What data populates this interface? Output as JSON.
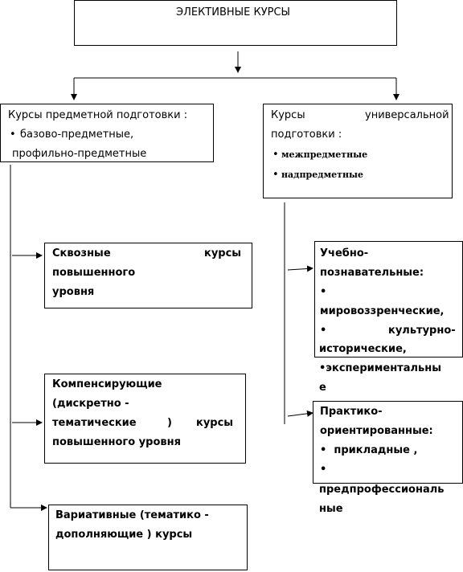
{
  "root": {
    "title": "ЭЛЕКТИВНЫЕ КУРСЫ"
  },
  "left": {
    "header": "Курсы предметной подготовки :",
    "bullet": "•",
    "item1": "базово-предметные,",
    "item2": "профильно-предметные",
    "children": [
      {
        "lines": [
          "Сквозные",
          "курсы",
          "повышенного",
          "уровня"
        ]
      },
      {
        "lines": [
          "Компенсирующие",
          "(дискретно -",
          "тематические",
          ")",
          "курсы",
          "повышенного уровня"
        ]
      },
      {
        "lines": [
          "Вариативные (тематико -",
          "дополняющие ) курсы"
        ]
      }
    ]
  },
  "right": {
    "header1a": "Курсы",
    "header1b": "универсальной",
    "header2": "подготовки :",
    "bullet": "•",
    "item1": "межпредметные",
    "item2": "надпредметные",
    "children": [
      {
        "lines": [
          "Учебно-",
          "познавательные:",
          "•",
          "мировоззренческие,",
          "•",
          "культурно-",
          "исторические,",
          "•экспериментальны",
          "е"
        ]
      },
      {
        "lines": [
          "Практико-",
          "ориентированные:",
          "•  прикладные ,",
          "•",
          "предпрофессиональ",
          "ные"
        ]
      }
    ]
  }
}
